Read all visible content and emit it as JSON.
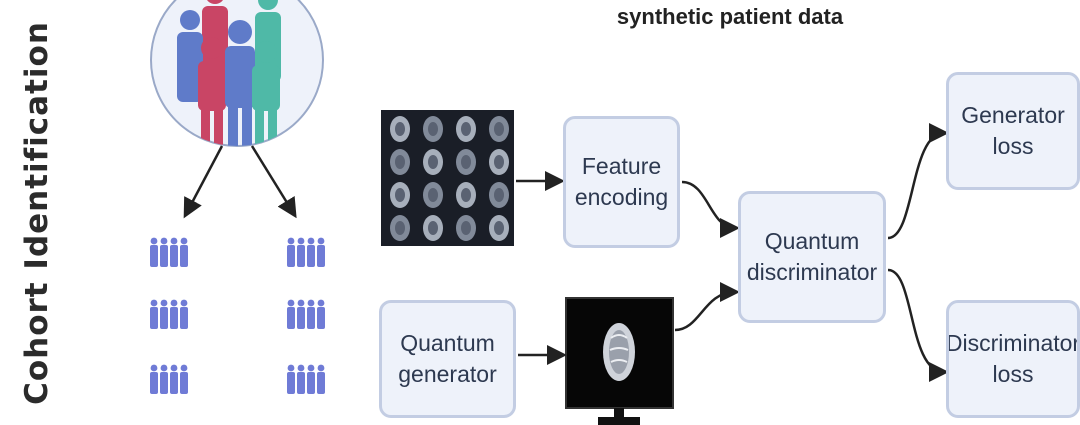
{
  "section_title": "Cohort Identification",
  "caption": "synthetic patient data",
  "boxes": {
    "feature_encoding": "Feature encoding",
    "quantum_generator": "Quantum generator",
    "quantum_discriminator": "Quantum discriminator",
    "generator_loss": "Generator loss",
    "discriminator_loss": "Discriminator loss"
  },
  "colors": {
    "box_fill": "#eef2fa",
    "box_border": "#c3cde3",
    "person_red": "#c94565",
    "person_teal": "#4fb9a7",
    "person_blue": "#5f7bc9",
    "group_figures": "#6f7bd6",
    "arrow": "#222222"
  }
}
